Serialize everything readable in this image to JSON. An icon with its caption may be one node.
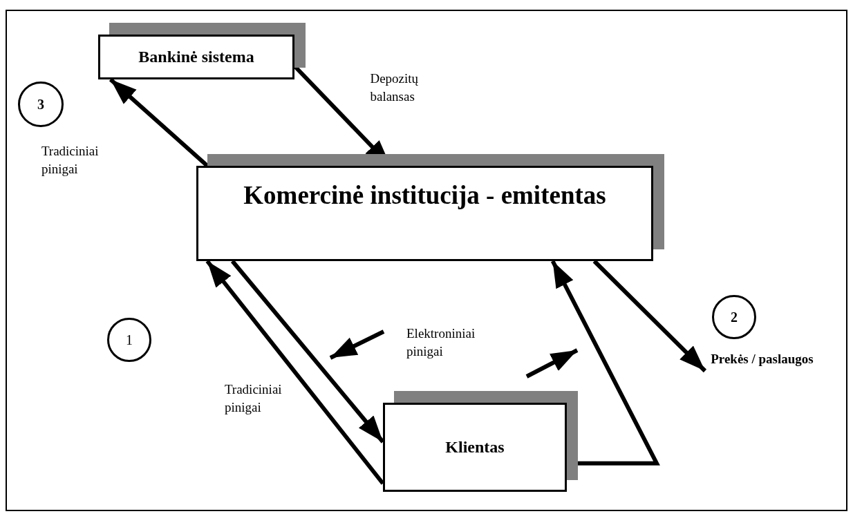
{
  "diagram": {
    "nodes": [
      {
        "text": [
          "Bankinė sistema"
        ]
      },
      {
        "text": [
          "3"
        ]
      },
      {
        "text": [
          "Komercinė institucija - emitentas"
        ]
      },
      {
        "text": [
          "1"
        ]
      },
      {
        "text": [
          "2"
        ]
      },
      {
        "text": [
          "Prekės / paslaugos"
        ]
      },
      {
        "text": [
          "Klientas"
        ]
      }
    ],
    "edges": [
      {
        "from": 0,
        "to": 2,
        "arrow": "to",
        "label": "Depozitų balansas"
      },
      {
        "from": 2,
        "to": 0,
        "arrow": "to",
        "label": "Tradiciniai pinigai"
      },
      {
        "from": 2,
        "to": 6,
        "arrow": "to"
      },
      {
        "from": 6,
        "to": 2,
        "arrow": "to",
        "label": "Tradiciniai pinigai"
      },
      {
        "from": 6,
        "to": 2,
        "arrow": "to"
      },
      {
        "from": 2,
        "to": 5,
        "arrow": "to"
      }
    ],
    "labels": [
      "Elektroniniai pinigai"
    ]
  }
}
